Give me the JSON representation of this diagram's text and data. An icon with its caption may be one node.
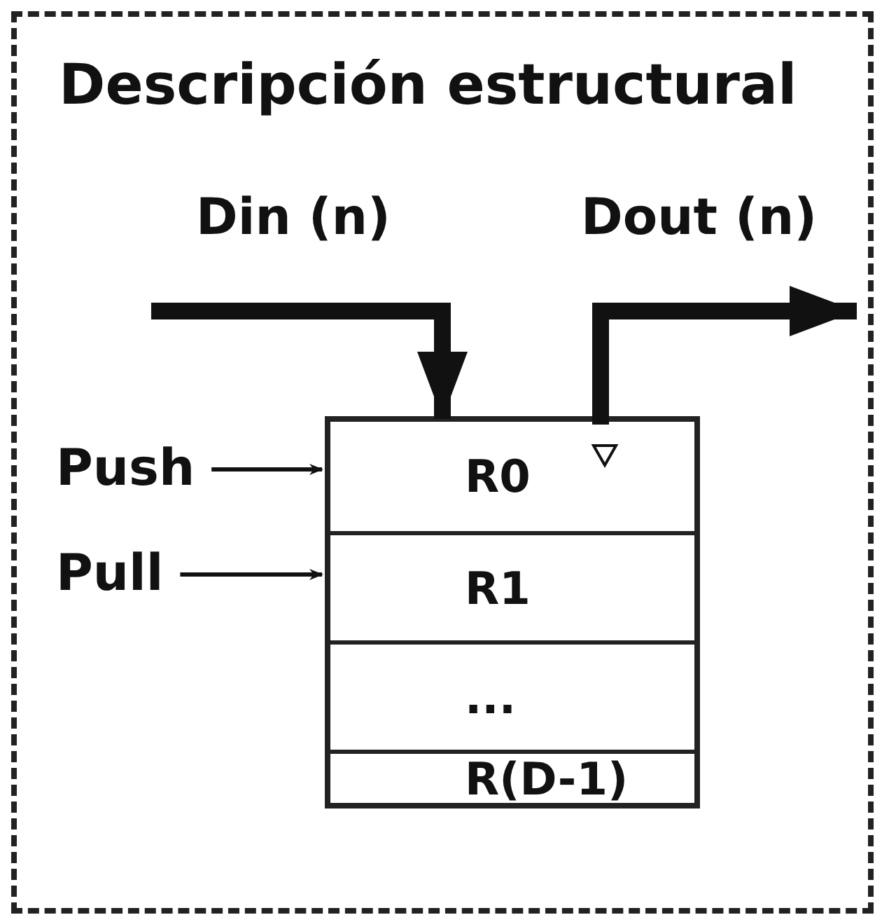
{
  "diagram": {
    "title": "Descripción estructural",
    "nodes": [
      {
        "text": [],
        "shape": "box"
      },
      {
        "text": [
          "R0"
        ],
        "in": 0
      },
      {
        "text": [
          "R1"
        ],
        "in": 0
      },
      {
        "text": [
          "..."
        ],
        "in": 0
      },
      {
        "text": [
          "R(D-1)"
        ],
        "in": 0
      },
      {
        "text": [
          "Push"
        ]
      },
      {
        "text": [
          "Pull"
        ]
      }
    ],
    "edges": [
      {
        "from": null,
        "to": 1,
        "arrow": "to",
        "label": "Din (n)",
        "style": "thick"
      },
      {
        "from": 1,
        "to": null,
        "arrow": "to",
        "label": "Dout (n)",
        "style": "thick"
      },
      {
        "from": 5,
        "to": 0,
        "arrow": "to"
      },
      {
        "from": 6,
        "to": 0,
        "arrow": "to"
      }
    ]
  }
}
